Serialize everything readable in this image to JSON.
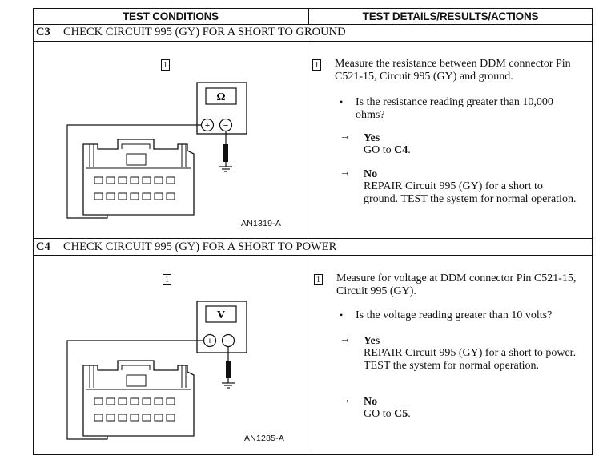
{
  "header": {
    "left": "TEST CONDITIONS",
    "right": "TEST DETAILS/RESULTS/ACTIONS"
  },
  "sections": [
    {
      "code": "C3",
      "title": "CHECK CIRCUIT 995 (GY) FOR A SHORT TO GROUND",
      "step_number": "1",
      "meter_symbol": "Ω",
      "figure_id": "AN1319-A",
      "instruction": "Measure the resistance between DDM connector Pin C521-15, Circuit 995 (GY) and ground.",
      "question": "Is the resistance reading greater than 10,000 ohms?",
      "yes_label": "Yes",
      "yes_text": "GO to",
      "yes_ref": "C4",
      "yes_end": ".",
      "no_label": "No",
      "no_text": "REPAIR Circuit 995 (GY) for a short to ground. TEST the system for normal operation."
    },
    {
      "code": "C4",
      "title": "CHECK CIRCUIT 995 (GY) FOR A SHORT TO POWER",
      "step_number": "1",
      "meter_symbol": "V",
      "figure_id": "AN1285-A",
      "instruction": "Measure for voltage at DDM connector Pin C521-15, Circuit 995 (GY).",
      "question": "Is the voltage reading greater than 10 volts?",
      "yes_label": "Yes",
      "yes_text": "REPAIR Circuit 995 (GY) for a short to power. TEST the system for normal operation.",
      "no_label": "No",
      "no_text": "GO to",
      "no_ref": "C5",
      "no_end": "."
    }
  ],
  "symbols": {
    "arrow": "→",
    "bullet": "•",
    "plus": "+",
    "minus": "−"
  }
}
